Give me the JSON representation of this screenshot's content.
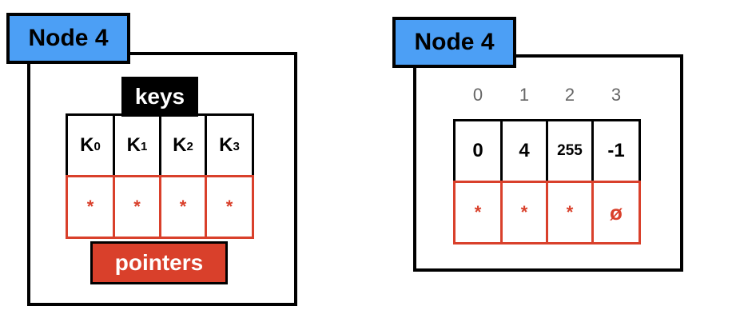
{
  "left_node": {
    "title": "Node 4",
    "keys_label": "keys",
    "pointers_label": "pointers",
    "keys": [
      {
        "base": "K",
        "sub": "0"
      },
      {
        "base": "K",
        "sub": "1"
      },
      {
        "base": "K",
        "sub": "2"
      },
      {
        "base": "K",
        "sub": "3"
      }
    ],
    "pointers": [
      "*",
      "*",
      "*",
      "*"
    ]
  },
  "right_node": {
    "title": "Node 4",
    "indices": [
      "0",
      "1",
      "2",
      "3"
    ],
    "keys": [
      "0",
      "4",
      "255",
      "-1"
    ],
    "pointers": [
      "*",
      "*",
      "*",
      "ø"
    ]
  },
  "colors": {
    "tag_blue": "#4c9ff5",
    "pointer_red": "#d9402b",
    "outline_black": "#000000"
  }
}
